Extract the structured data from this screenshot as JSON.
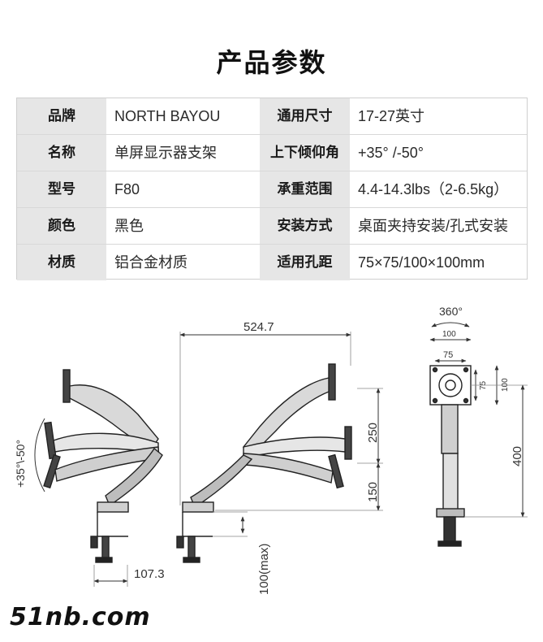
{
  "title": "产品参数",
  "specs": [
    {
      "label1": "品牌",
      "value1": "NORTH BAYOU",
      "label2": "通用尺寸",
      "value2": "17-27英寸"
    },
    {
      "label1": "名称",
      "value1": "单屏显示器支架",
      "label2": "上下倾仰角",
      "value2": "+35° /-50°"
    },
    {
      "label1": "型号",
      "value1": "F80",
      "label2": "承重范围",
      "value2": "4.4-14.3lbs（2-6.5kg）"
    },
    {
      "label1": "颜色",
      "value1": "黑色",
      "label2": "安装方式",
      "value2": "桌面夹持安装/孔式安装"
    },
    {
      "label1": "材质",
      "value1": "铝合金材质",
      "label2": "适用孔距",
      "value2": "75×75/100×100mm"
    }
  ],
  "dimensions": {
    "width_reach": "524.7",
    "clamp_depth": "107.3",
    "clamp_max": "100(max)",
    "upper_height": "250",
    "lower_height": "150",
    "total_height": "400",
    "tilt": "+35°\\-50°",
    "rotation": "360°",
    "vesa_outer_w": "100",
    "vesa_inner_w": "75",
    "vesa_inner_h": "75",
    "vesa_outer_h": "100"
  },
  "watermark": "51nb.com"
}
